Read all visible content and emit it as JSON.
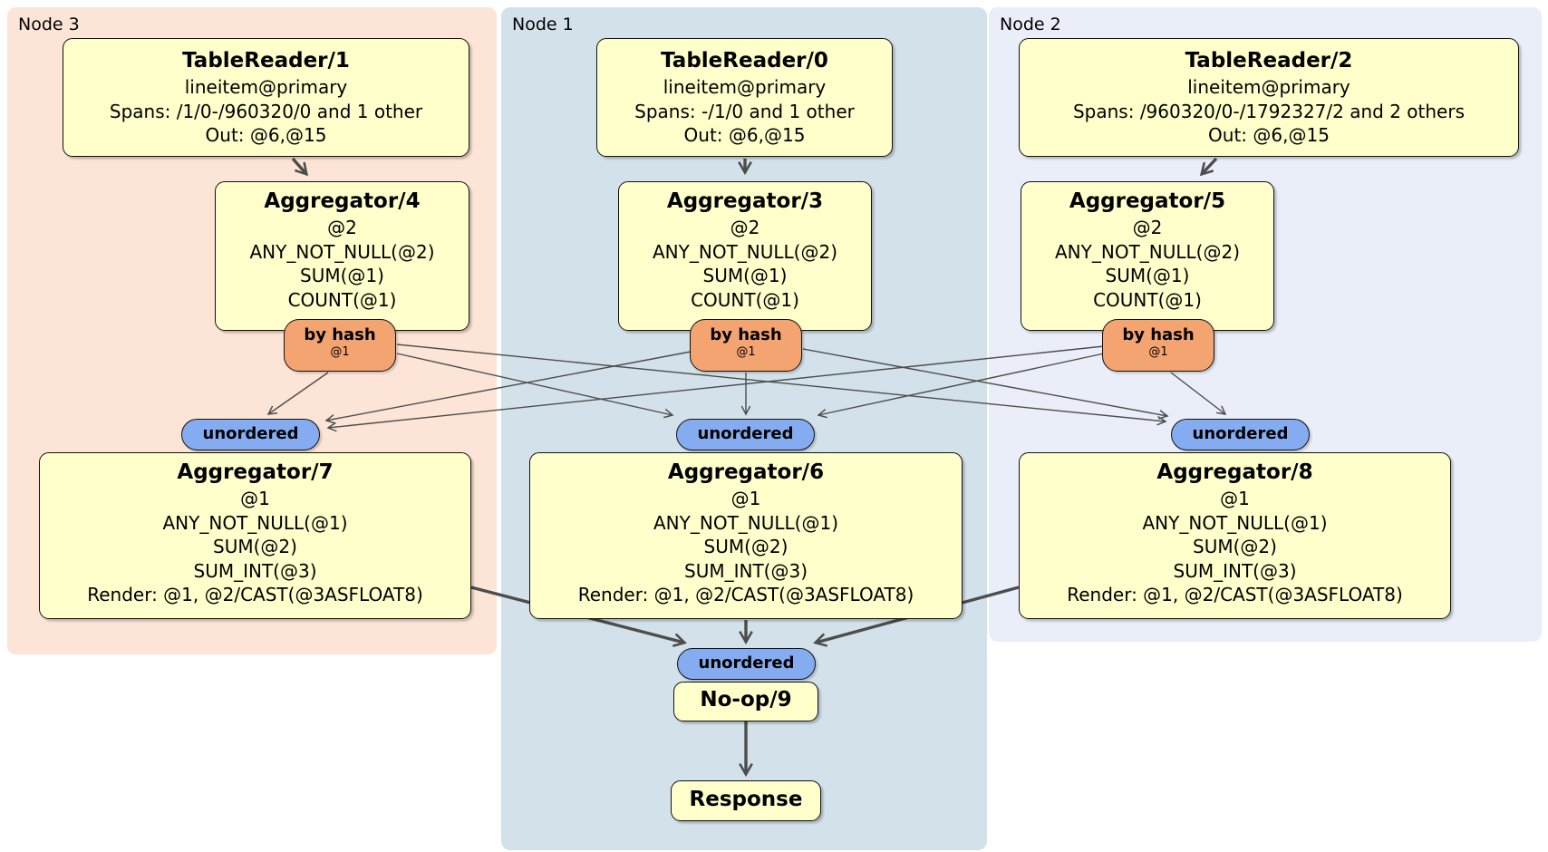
{
  "diagram": {
    "panels": {
      "node3": {
        "label": "Node 3"
      },
      "node1": {
        "label": "Node 1"
      },
      "node2": {
        "label": "Node 2"
      }
    },
    "nodes": {
      "tablereader1": {
        "title": "TableReader/1",
        "lines": [
          "lineitem@primary",
          "Spans: /1/0-/960320/0 and 1 other",
          "Out: @6,@15"
        ]
      },
      "aggregator4": {
        "title": "Aggregator/4",
        "lines": [
          "@2",
          "ANY_NOT_NULL(@2)",
          "SUM(@1)",
          "COUNT(@1)"
        ]
      },
      "aggregator7": {
        "title": "Aggregator/7",
        "lines": [
          "@1",
          "ANY_NOT_NULL(@1)",
          "SUM(@2)",
          "SUM_INT(@3)",
          "Render: @1, @2/CAST(@3ASFLOAT8)"
        ]
      },
      "tablereader0": {
        "title": "TableReader/0",
        "lines": [
          "lineitem@primary",
          "Spans: -/1/0 and 1 other",
          "Out: @6,@15"
        ]
      },
      "aggregator3": {
        "title": "Aggregator/3",
        "lines": [
          "@2",
          "ANY_NOT_NULL(@2)",
          "SUM(@1)",
          "COUNT(@1)"
        ]
      },
      "aggregator6": {
        "title": "Aggregator/6",
        "lines": [
          "@1",
          "ANY_NOT_NULL(@1)",
          "SUM(@2)",
          "SUM_INT(@3)",
          "Render: @1, @2/CAST(@3ASFLOAT8)"
        ]
      },
      "tablereader2": {
        "title": "TableReader/2",
        "lines": [
          "lineitem@primary",
          "Spans: /960320/0-/1792327/2 and 2 others",
          "Out: @6,@15"
        ]
      },
      "aggregator5": {
        "title": "Aggregator/5",
        "lines": [
          "@2",
          "ANY_NOT_NULL(@2)",
          "SUM(@1)",
          "COUNT(@1)"
        ]
      },
      "aggregator8": {
        "title": "Aggregator/8",
        "lines": [
          "@1",
          "ANY_NOT_NULL(@1)",
          "SUM(@2)",
          "SUM_INT(@3)",
          "Render: @1, @2/CAST(@3ASFLOAT8)"
        ]
      },
      "noop9": {
        "title": "No-op/9"
      },
      "response": {
        "title": "Response"
      }
    },
    "routers": {
      "by_hash": {
        "label": "by hash",
        "key": "@1"
      },
      "unordered": {
        "label": "unordered"
      }
    },
    "colors": {
      "node3_panel_bg": "#fce4d6",
      "node1_panel_bg": "#d3e1ea",
      "node2_panel_bg": "#e9eef8",
      "processor_box_bg": "#ffffcc",
      "by_hash_badge_bg": "#f4a471",
      "unordered_badge_bg": "#85acf0",
      "edge_color": "#4d4d4d"
    }
  }
}
